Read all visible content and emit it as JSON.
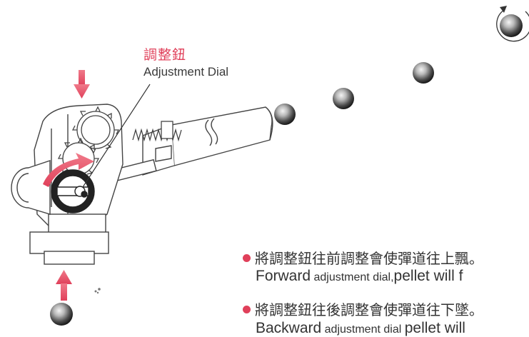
{
  "callout": {
    "label_zh": "調整鈕",
    "label_en": "Adjustment Dial"
  },
  "instructions": [
    {
      "zh": "將調整鈕往前調整會使彈道往上飄。",
      "en_word1": "Forward",
      "en_mid": "adjustment dial,",
      "en_tail": "pellet will f"
    },
    {
      "zh": "將調整鈕往後調整會使彈道往下墜。",
      "en_word1": "Backward",
      "en_mid": "adjustment dial",
      "en_tail": "pellet will"
    }
  ],
  "colors": {
    "accent_red": "#e0405a",
    "text": "#333333",
    "line_art": "#444444"
  },
  "icons": [
    "bb-pellet-icon",
    "rotation-arrow-icon",
    "up-arrow-icon",
    "down-arrow-icon",
    "curved-arrow-icon"
  ]
}
